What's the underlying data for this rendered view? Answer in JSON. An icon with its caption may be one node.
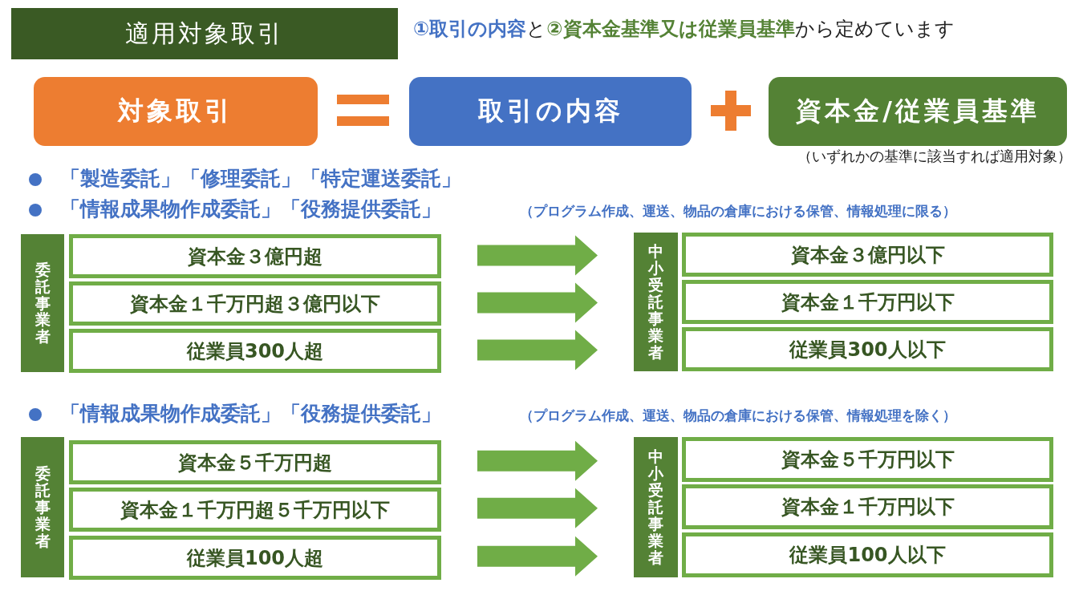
{
  "diagram": {
    "title": "適用対象取引",
    "nodes": [
      {
        "text": [
          "対象取引"
        ]
      },
      {
        "text": [
          "取引の内容"
        ]
      },
      {
        "text": [
          "資本金/従業員基準"
        ],
        "beside": [
          "（いずれかの基準に該当すれば適用対象）"
        ]
      },
      {
        "text": [
          "委託事業者"
        ]
      },
      {
        "text": [
          "資本金３億円超"
        ]
      },
      {
        "text": [
          "資本金１千万円超３億円以下"
        ]
      },
      {
        "text": [
          "従業員300人超"
        ]
      },
      {
        "text": [
          "中小受託事業者"
        ]
      },
      {
        "text": [
          "資本金３億円以下"
        ]
      },
      {
        "text": [
          "資本金１千万円以下"
        ]
      },
      {
        "text": [
          "従業員300人以下"
        ]
      },
      {
        "text": [
          "委託事業者"
        ]
      },
      {
        "text": [
          "資本金５千万円超"
        ]
      },
      {
        "text": [
          "資本金１千万円超５千万円以下"
        ]
      },
      {
        "text": [
          "従業員100人超"
        ]
      },
      {
        "text": [
          "中小受託事業者"
        ]
      },
      {
        "text": [
          "資本金５千万円以下"
        ]
      },
      {
        "text": [
          "資本金１千万円以下"
        ]
      },
      {
        "text": [
          "従業員100人以下"
        ]
      }
    ],
    "edges": [
      {
        "from": 4,
        "to": 8,
        "arrow": "to",
        "style": "thick"
      },
      {
        "from": 5,
        "to": 9,
        "arrow": "to",
        "style": "thick"
      },
      {
        "from": 6,
        "to": 10,
        "arrow": "to",
        "style": "thick"
      },
      {
        "from": 12,
        "to": 16,
        "arrow": "to",
        "style": "thick"
      },
      {
        "from": 13,
        "to": 17,
        "arrow": "to",
        "style": "thick"
      },
      {
        "from": 14,
        "to": 18,
        "arrow": "to",
        "style": "thick"
      }
    ],
    "labels": [
      "**①取引の内容**と**②資本金基準又は従業員基準**から定めています",
      "「製造委託」「修理委託」「特定運送委託」",
      "「情報成果物作成委託」「役務提供委託」",
      "（プログラム作成、運送、物品の倉庫における保管、情報処理に限る）",
      "「情報成果物作成委託」「役務提供委託」",
      "（プログラム作成、運送、物品の倉庫における保管、情報処理を除く）"
    ]
  }
}
